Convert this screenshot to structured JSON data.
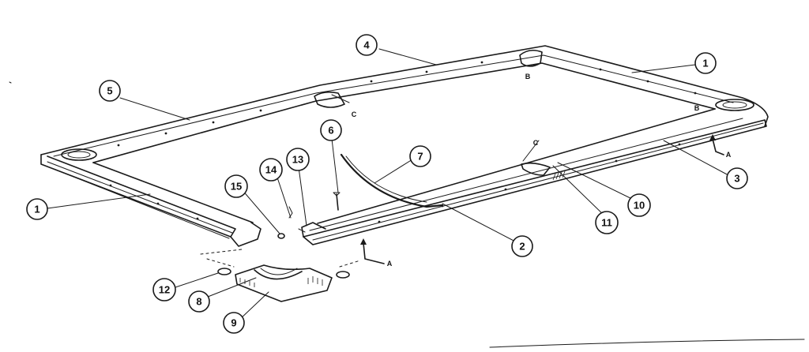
{
  "diagram": {
    "callouts": [
      "1",
      "1",
      "2",
      "3",
      "4",
      "5",
      "6",
      "7",
      "8",
      "9",
      "10",
      "11",
      "12",
      "13",
      "14",
      "15"
    ],
    "section_labels": [
      "A",
      "A",
      "B",
      "B",
      "C",
      "C"
    ]
  }
}
